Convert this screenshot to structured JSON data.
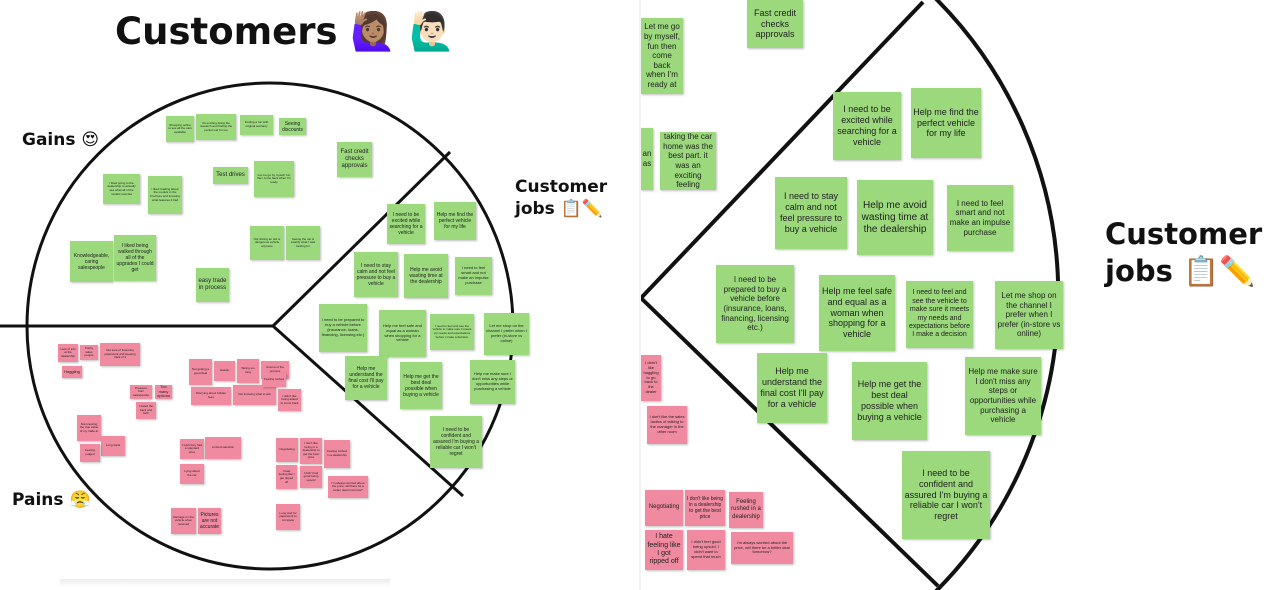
{
  "colors": {
    "gain_note": "#9bd97c",
    "pain_note": "#f08aa0",
    "outline": "#111111",
    "background": "#ffffff"
  },
  "left": {
    "title": "Customers 🙋🏽‍♀️ 🙋🏻‍♂️",
    "gains_label": "Gains 😍",
    "pains_label": "Pains 😤",
    "jobs_label_1": "Customer",
    "jobs_label_2": "jobs 📋✏️",
    "gains": [
      "Shopping online to see all the cars available",
      "It's exciting doing the research and finding the perfect car for me",
      "Finding a car with original warranty",
      "Seeing discounts",
      "Fast credit checks approvals",
      "Test drives",
      "I liked going to the dealership to actually see what all of the models look like",
      "I liked reading about the models in the brochure and knowing what features it had",
      "Let me go by myself, fun then come back when I'm ready",
      "Not driving an old or dangerous vehicle anymore",
      "Seeing the car is exactly what I was looking for",
      "Knowledgeable, caring salespeople",
      "I liked being walked through all of the upgrades I could get",
      "easy trade in process"
    ],
    "jobs": [
      "I need to be excited while searching for a vehicle",
      "Help me find the perfect vehicle for my life",
      "I need to stay calm and not feel pressure to buy a vehicle",
      "Help me avoid wasting time at the dealership",
      "I need to feel smart and not make an impulse purchase",
      "I need to be prepared to buy a vehicle before (insurance, loans, financing, licensing etc.)",
      "Help me feel safe and equal as a woman when shopping for a vehicle",
      "I need to feel and see the vehicle to make sure it meets my needs and expectations before I make a decision",
      "Let me shop on the channel I prefer when I prefer (in-store vs online)",
      "Help me understand the final cost I'll pay for a vehicle",
      "Help me get the best deal possible when buying a vehicle",
      "Help me make sure I don't miss any steps or opportunities while purchasing a vehicle",
      "I need to be confident and assured I'm buying a reliable car I won't regret"
    ],
    "pains": [
      "Lack of info at the dealership",
      "Pushy sales people",
      "Not sure of financing paperwork and keeping track of it",
      "Haggling",
      "Not getting a good deal",
      "Hassle",
      "Taking too long",
      "Unsure of the process",
      "Worrying about hidden fees",
      "Not knowing what to ask",
      "Feeling rushed",
      "I didn't like being asked to come back",
      "Pressure from salespeople",
      "Too many options",
      "I hated the back and forth",
      "Not knowing the true value of my trade-in",
      "Long waits",
      "Feeling judged",
      "I wish they had a standard price",
      "Negotiating",
      "I don't like being in a dealership to get the best price",
      "Feeling rushed in a dealership",
      "Limited selection",
      "Lying about the car",
      "I hate feeling like I got ripped off",
      "I didn't feel good being upsold",
      "I'm always worried about the price, will there be a better deal tomorrow?",
      "Damage on the vehicle when received",
      "Pictures are not accurate",
      "Long wait for paperwork to complete"
    ]
  },
  "right": {
    "jobs_label_1": "Customer",
    "jobs_label_2": "jobs 📋✏️",
    "top_gain": "Fast credit checks approvals",
    "partial_gain_1": "Let me go by myself, fun then come back when I'm ready at",
    "partial_gain_2": "an as",
    "partial_gain_3": "taking the car home was the best part. it was an exciting feeling",
    "jobs": [
      "I need to be excited while searching for a vehicle",
      "Help me find the perfect vehicle for my life",
      "I need to stay calm and not feel pressure to buy a vehicle",
      "Help me avoid wasting time at the dealership",
      "I need to feel smart and not make an impulse purchase",
      "I need to be prepared to buy a vehicle before (insurance, loans, financing, licensing etc.)",
      "Help me feel safe and equal as a woman when shopping for a vehicle",
      "I need to feel and see the vehicle to make sure it meets my needs and expectations before I make a decision",
      "Let me shop on the channel I prefer when I prefer (in-store vs online)",
      "Help me understand the final cost I'll pay for a vehicle",
      "Help me get the best deal possible when buying a vehicle",
      "Help me make sure I don't miss any steps or opportunities while purchasing a vehicle",
      "I need to be confident and assured I'm buying a reliable car I won't regret"
    ],
    "partial_pains": [
      "I didn't like haggling to go back to the dealer",
      "I don't like the sales tactics of talking to the manager in the other room"
    ],
    "pains": [
      "Negotiating",
      "I don't like being in a dealership to get the best price",
      "Feeling rushed in a dealership",
      "I hate feeling like I got ripped off",
      "I didn't feel good being upsold, I didn't want to spend that much",
      "I'm always worried about the price, will there be a better deal tomorrow?"
    ]
  }
}
